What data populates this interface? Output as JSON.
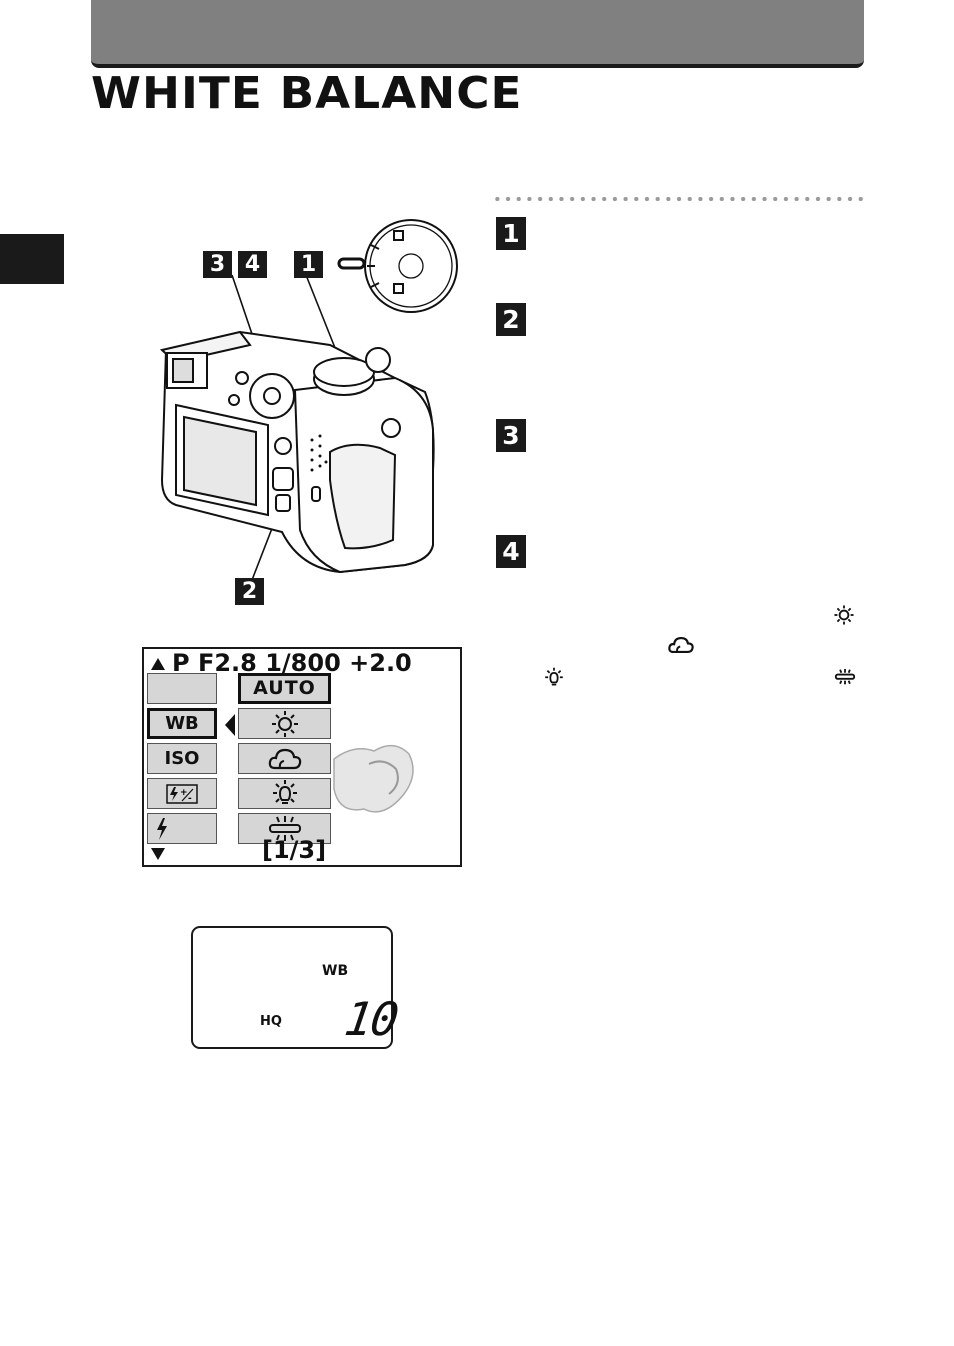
{
  "page": {
    "title": "WHITE BALANCE"
  },
  "steps": [
    "1",
    "2",
    "3",
    "4"
  ],
  "camera_callouts": {
    "arrow_pad": "3",
    "arrow_pad_b": "4",
    "dial": "1",
    "menu_button": "2"
  },
  "lcd_menu": {
    "top_line": "P  F2.8  1/800 +2.0",
    "left_items": [
      "",
      "WB",
      "ISO",
      "",
      ""
    ],
    "selected_option": "AUTO",
    "options": [
      "AUTO",
      "sun-icon",
      "cloud-icon",
      "tungsten-icon",
      "fluorescent-icon"
    ],
    "page": "[1/3]"
  },
  "control_panel": {
    "wb": "WB",
    "quality": "HQ",
    "count": "10"
  },
  "inline_icons": [
    "sun-icon",
    "cloud-icon",
    "tungsten-icon",
    "fluorescent-icon"
  ]
}
